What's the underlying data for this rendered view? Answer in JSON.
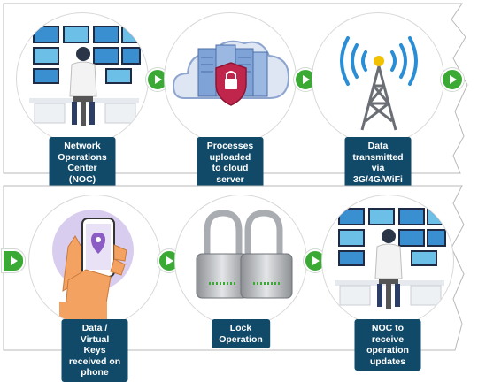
{
  "colors": {
    "label_bg": "#104a68",
    "arrow": "#3aaa35",
    "shield": "#c0264b",
    "cloud": "#c9d6ec",
    "tower": "#6b6f75",
    "signal": "#2a8ed6"
  },
  "rows": [
    {
      "steps": [
        {
          "icon": "noc-operator-icon",
          "label": "Network Operations\nCenter (NOC)"
        },
        {
          "icon": "cloud-server-icon",
          "label": "Processes uploaded\nto cloud server"
        },
        {
          "icon": "cell-tower-icon",
          "label": "Data transmitted\nvia 3G/4G/WiFi"
        }
      ]
    },
    {
      "steps": [
        {
          "icon": "phone-in-hand-icon",
          "label": "Data / Virtual Keys\nreceived on phone"
        },
        {
          "icon": "padlocks-icon",
          "label": "Lock\nOperation"
        },
        {
          "icon": "noc-operator-icon",
          "label": "NOC to receive\noperation updates"
        }
      ]
    }
  ]
}
